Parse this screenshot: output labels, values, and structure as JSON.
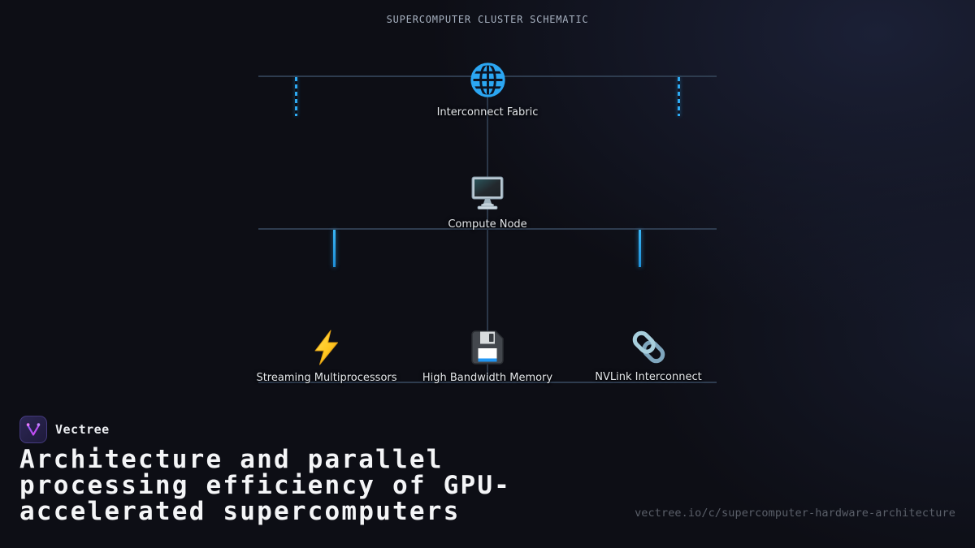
{
  "header": {
    "title": "SUPERCOMPUTER CLUSTER SCHEMATIC"
  },
  "diagram": {
    "nodes": [
      {
        "id": "interconnect-fabric",
        "label": "Interconnect Fabric",
        "icon": "globe-icon"
      },
      {
        "id": "compute-node",
        "label": "Compute Node",
        "icon": "monitor-icon"
      },
      {
        "id": "streaming-multiprocessors",
        "label": "Streaming Multiprocessors",
        "icon": "lightning-icon"
      },
      {
        "id": "high-bandwidth-memory",
        "label": "High Bandwidth Memory",
        "icon": "floppy-disk-icon"
      },
      {
        "id": "nvlink-interconnect",
        "label": "NVLink Interconnect",
        "icon": "link-icon"
      }
    ],
    "colors": {
      "accent_blue": "#2ea9f2",
      "connector_gray": "#2e3c4f",
      "lightning_gold": "#ffc821",
      "link_steel_blue": "#a8cfdd",
      "floppy_stripe_blue": "#2196f3"
    }
  },
  "footer": {
    "brand": "Vectree",
    "headline": "Architecture and parallel processing efficiency of GPU-accelerated supercomputers",
    "url": "vectree.io/c/supercomputer-hardware-architecture"
  }
}
